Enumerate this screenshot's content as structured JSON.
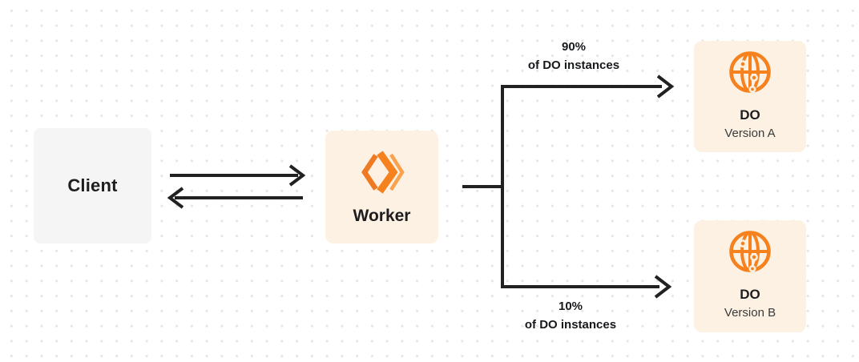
{
  "diagram": {
    "title_hint": "Worker routing traffic between two Durable Object versions",
    "colors": {
      "background": "#ffffff",
      "dot_grid": "#e5e5e5",
      "line": "#212121",
      "accent_orange": "#f6821f",
      "accent_orange_light": "#f9a14d",
      "accent_orange_dark": "#ee7a23",
      "box_cream": "#fdf1e3",
      "box_gray": "#f5f5f6",
      "text_dark": "#1d1d1f",
      "text_gray": "#3a3a3a"
    }
  },
  "nodes": {
    "client": {
      "label": "Client"
    },
    "worker": {
      "label": "Worker",
      "icon": "cloudflare-workers-icon"
    },
    "do_a": {
      "title": "DO",
      "subtitle": "Version A",
      "icon": "durable-object-globe-icon"
    },
    "do_b": {
      "title": "DO",
      "subtitle": "Version B",
      "icon": "durable-object-globe-icon"
    }
  },
  "edges": {
    "client_to_worker": {
      "type": "arrow-right"
    },
    "worker_to_client": {
      "type": "arrow-left"
    },
    "branch_a": {
      "percent": "90%",
      "label": "of DO instances"
    },
    "branch_b": {
      "percent": "10%",
      "label": "of DO instances"
    }
  }
}
